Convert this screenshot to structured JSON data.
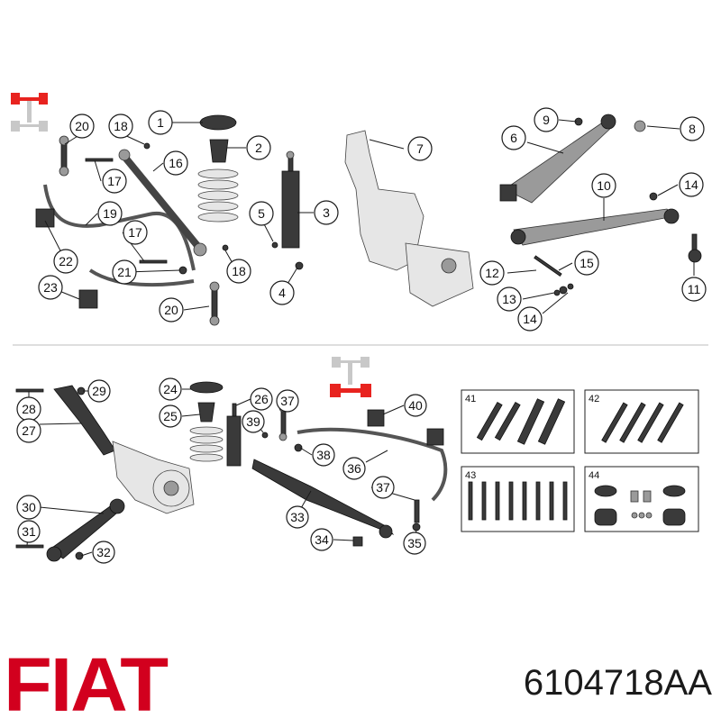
{
  "brand": "FIAT",
  "part_number": "6104718AA",
  "colors": {
    "brand_red": "#d2001e",
    "highlight_red": "#e8231f",
    "inactive_grey": "#c8c8c8",
    "part_dark": "#3a3a3a"
  },
  "axle_icons": [
    {
      "name": "front-axle-icon",
      "active_end": "front"
    },
    {
      "name": "rear-axle-icon",
      "active_end": "rear"
    }
  ],
  "front_callouts": [
    "20",
    "18",
    "1",
    "16",
    "2",
    "17",
    "19",
    "17",
    "5",
    "3",
    "22",
    "21",
    "18",
    "23",
    "4",
    "20",
    "7",
    "9",
    "6",
    "8",
    "10",
    "14",
    "15",
    "12",
    "13",
    "14",
    "11"
  ],
  "rear_callouts": [
    "28",
    "29",
    "24",
    "26",
    "37",
    "40",
    "27",
    "25",
    "39",
    "38",
    "36",
    "30",
    "37",
    "33",
    "31",
    "32",
    "34",
    "35"
  ],
  "kits": [
    "41",
    "42",
    "43",
    "44"
  ]
}
